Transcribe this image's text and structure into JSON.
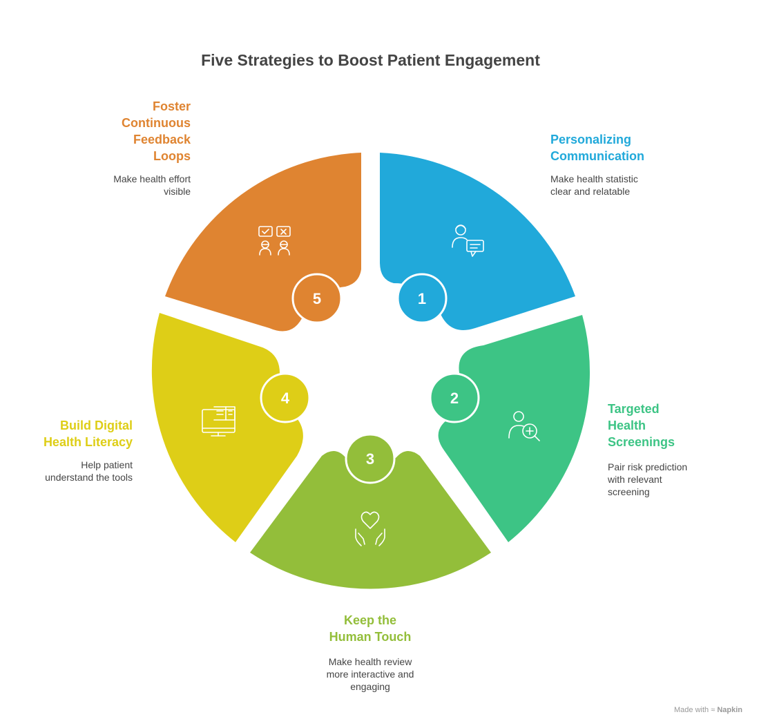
{
  "title": "Five Strategies to Boost Patient Engagement",
  "colors": {
    "seg1": "#21A9DA",
    "seg2": "#3DC485",
    "seg3": "#93BE3A",
    "seg4": "#DECE17",
    "seg5": "#DF8431"
  },
  "segments": [
    {
      "number": "1",
      "title": "Personalizing\nCommunication",
      "description": "Make health statistic\nclear and relatable",
      "icon": "doctor-chat-icon"
    },
    {
      "number": "2",
      "title": "Targeted\nHealth\nScreenings",
      "description": "Pair risk prediction\nwith relevant\nscreening",
      "icon": "person-search-medical-icon"
    },
    {
      "number": "3",
      "title": "Keep the\nHuman Touch",
      "description": "Make health review\nmore interactive and\nengaging",
      "icon": "hands-heart-icon"
    },
    {
      "number": "4",
      "title": "Build Digital\nHealth Literacy",
      "description": "Help patient\nunderstand the tools",
      "icon": "monitor-book-icon"
    },
    {
      "number": "5",
      "title": "Foster\nContinuous\nFeedback\nLoops",
      "description": "Make health effort\nvisible",
      "icon": "feedback-people-icon"
    }
  ],
  "footer": {
    "made_with": "Made with",
    "brand": "Napkin"
  }
}
